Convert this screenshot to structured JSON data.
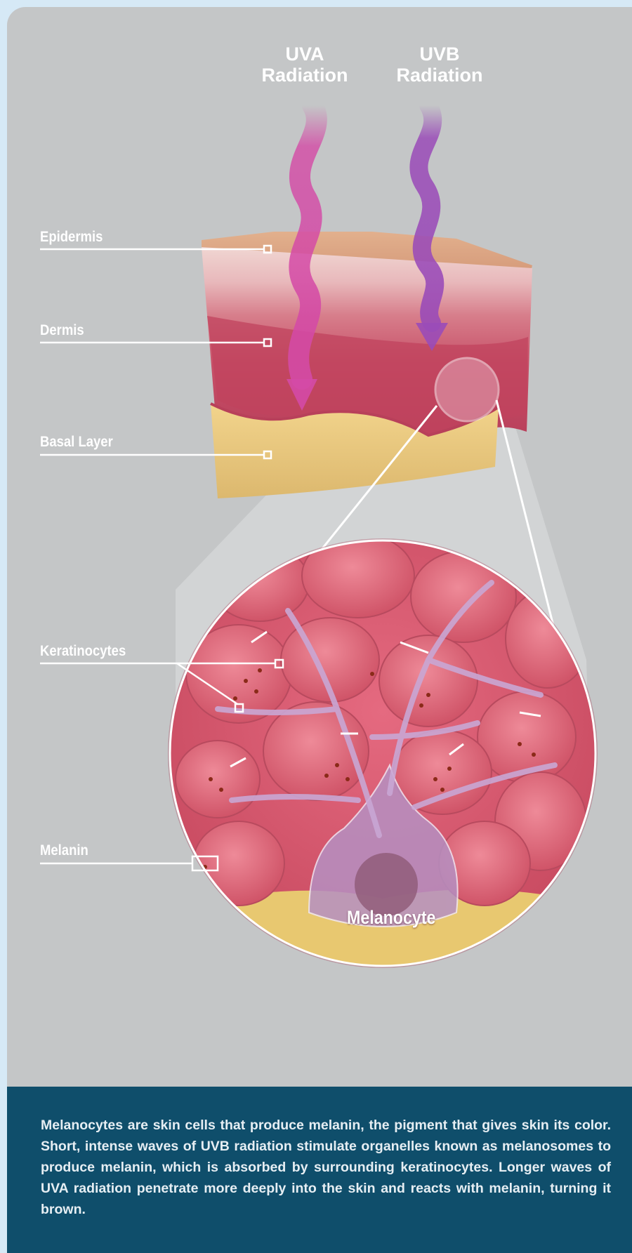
{
  "radiation": {
    "uva": {
      "line1": "UVA",
      "line2": "Radiation"
    },
    "uvb": {
      "line1": "UVB",
      "line2": "Radiation"
    }
  },
  "layers": {
    "epidermis": "Epidermis",
    "dermis": "Dermis",
    "basal": "Basal Layer"
  },
  "cells": {
    "keratinocytes": "Keratinocytes",
    "melanin": "Melanin",
    "melanocyte": "Melanocyte"
  },
  "caption": "Melanocytes are skin cells that produce melanin, the pigment that gives skin its color. Short, intense waves of UVB radiation stimulate organelles known as melanosomes to produce melanin, which is absorbed by surrounding keratinocytes. Longer waves of UVA radiation penetrate more deeply into the skin and reacts with melanin, turning it brown.",
  "colors": {
    "background": "#d6e9f6",
    "panel": "#c4c6c7",
    "caption_box": "#0f4e6b",
    "uva_ray": "#d44aa6",
    "uvb_ray": "#9a4bb8"
  }
}
